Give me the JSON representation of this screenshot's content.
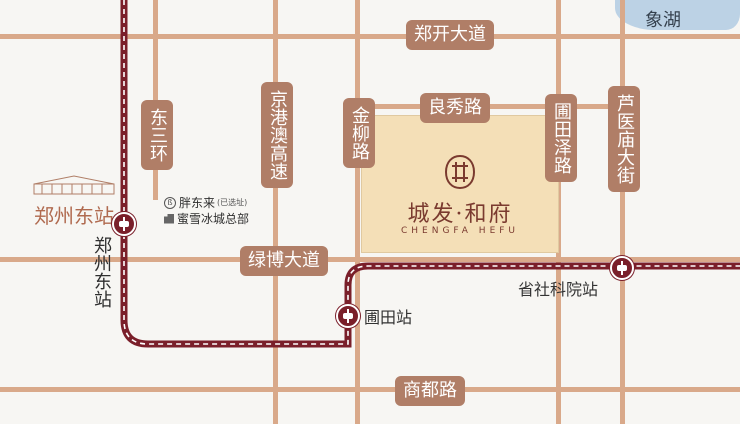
{
  "roads": {
    "zhengkai": "郑开大道",
    "liangxiu": "良秀路",
    "lvbo": "绿博大道",
    "shangdu": "商都路",
    "dongsanhuan": "东三环",
    "jinggangao": "京港澳高速",
    "jinliu": "金柳路",
    "putianze": "圃田泽路",
    "luyimiao": "芦医庙大街"
  },
  "lake": "象湖",
  "project": {
    "title": "城发·和府",
    "subtitle": "CHENGFA HEFU"
  },
  "stations": {
    "zhengzhou_east_label": "郑州东站",
    "zhengzhou_east_vertical": "郑州东站",
    "putian": "圃田站",
    "shengsheke": "省社科院站"
  },
  "pois": {
    "pangdonglai": "胖东来",
    "pangdonglai_note": "(已选址)",
    "mixue": "蜜雪冰城总部"
  },
  "colors": {
    "road": "#d9a98a",
    "label_bg": "#b07e67",
    "metro": "#7a1f2a",
    "project_bg": "#f4dfb7",
    "lake": "#bcd2e5"
  }
}
